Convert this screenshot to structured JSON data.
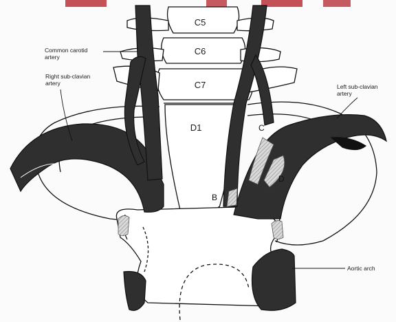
{
  "labels": {
    "vertebrae": {
      "c5": "C5",
      "c6": "C6",
      "c7": "C7",
      "d1": "D1"
    },
    "points": {
      "b": "B",
      "c": "C",
      "d": "D"
    },
    "common_carotid": [
      "Common carotid",
      "artery"
    ],
    "right_subclavian": [
      "Right sub-clavian",
      "artery"
    ],
    "left_subclavian": [
      "Left sub-clavian",
      "artery"
    ],
    "aortic_arch": "Aortic arch"
  },
  "colors": {
    "artery_fill": "#2f2f2f",
    "outline": "#111111",
    "background": "#fbfbfb",
    "top_banner_red": "#b8323a",
    "stenosis_hatch": "#bdbdbd"
  }
}
